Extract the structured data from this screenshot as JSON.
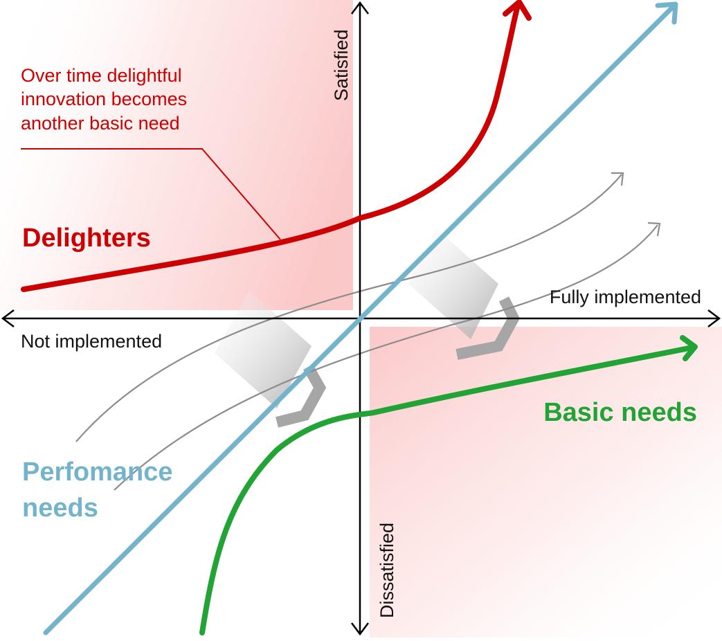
{
  "axes": {
    "x_positive": "Fully implemented",
    "x_negative": "Not implemented",
    "y_positive": "Satisfied",
    "y_negative": "Dissatisfied"
  },
  "categories": {
    "delighters": "Delighters",
    "performance": [
      "Perfomance",
      "needs"
    ],
    "basic": "Basic needs"
  },
  "annotation": {
    "lines": [
      "Over time delightful",
      "innovation becomes",
      "another basic need"
    ]
  },
  "colors": {
    "delighters": "#cc0000",
    "performance": "#74b3cc",
    "basic": "#21a336",
    "axis": "#000000",
    "transition": "#8c8c8c",
    "shade": "#fbd0d0"
  }
}
